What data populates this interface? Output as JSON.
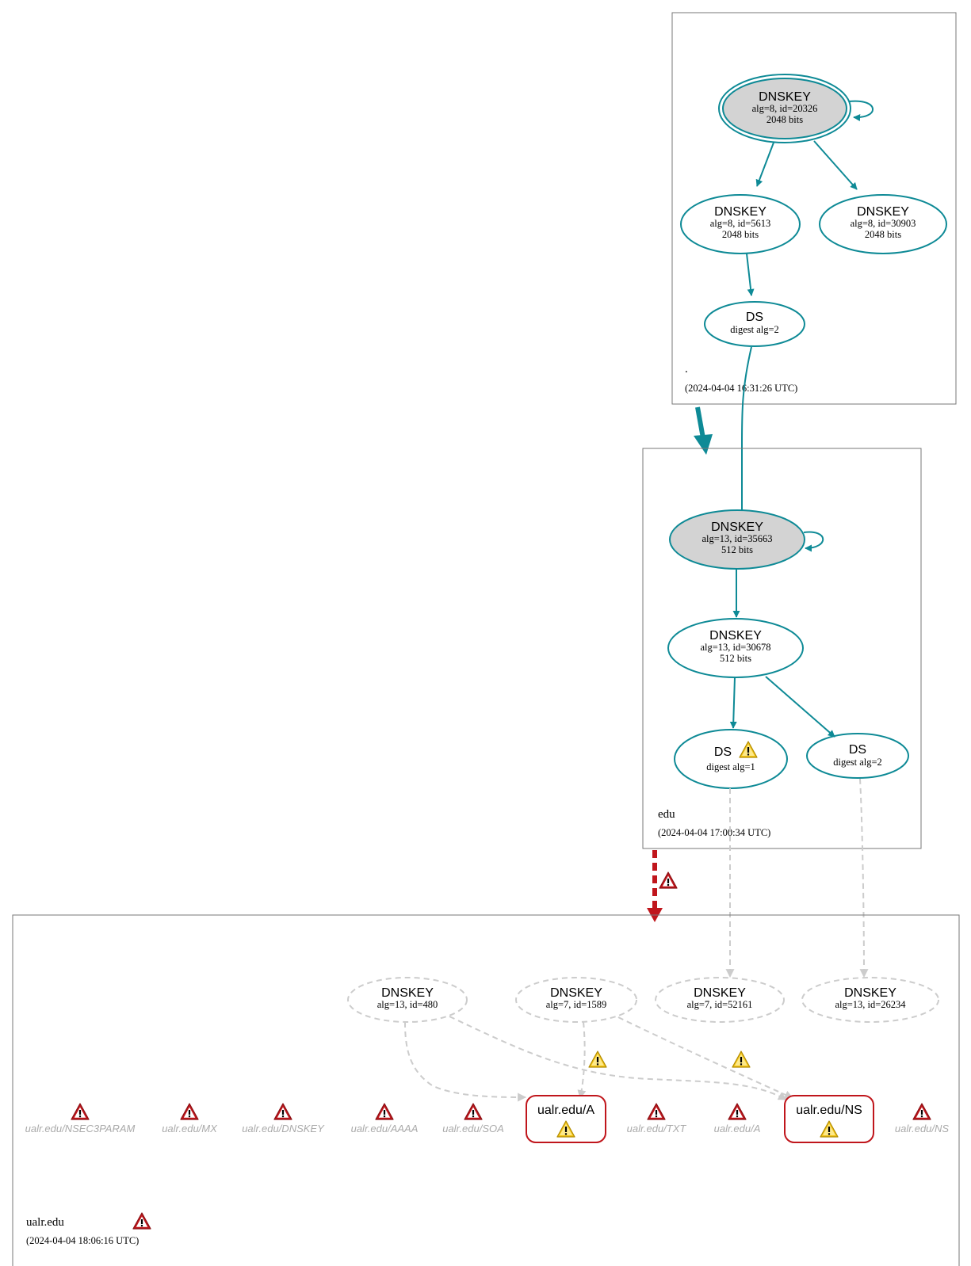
{
  "zones": {
    "root": {
      "name": ".",
      "timestamp": "(2024-04-04 16:31:26 UTC)"
    },
    "edu": {
      "name": "edu",
      "timestamp": "(2024-04-04 17:00:34 UTC)"
    },
    "ualr": {
      "name": "ualr.edu",
      "timestamp": "(2024-04-04 18:06:16 UTC)"
    }
  },
  "nodes": {
    "root_ksk": {
      "title": "DNSKEY",
      "line1": "alg=8, id=20326",
      "line2": "2048 bits"
    },
    "root_zsk1": {
      "title": "DNSKEY",
      "line1": "alg=8, id=5613",
      "line2": "2048 bits"
    },
    "root_zsk2": {
      "title": "DNSKEY",
      "line1": "alg=8, id=30903",
      "line2": "2048 bits"
    },
    "root_ds": {
      "title": "DS",
      "line1": "digest alg=2"
    },
    "edu_ksk": {
      "title": "DNSKEY",
      "line1": "alg=13, id=35663",
      "line2": "512 bits"
    },
    "edu_zsk": {
      "title": "DNSKEY",
      "line1": "alg=13, id=30678",
      "line2": "512 bits"
    },
    "edu_ds1": {
      "title": "DS",
      "line1": "digest alg=1"
    },
    "edu_ds2": {
      "title": "DS",
      "line1": "digest alg=2"
    },
    "ualr_key480": {
      "title": "DNSKEY",
      "line1": "alg=13, id=480"
    },
    "ualr_key1589": {
      "title": "DNSKEY",
      "line1": "alg=7, id=1589"
    },
    "ualr_key52161": {
      "title": "DNSKEY",
      "line1": "alg=7, id=52161"
    },
    "ualr_key26234": {
      "title": "DNSKEY",
      "line1": "alg=13, id=26234"
    }
  },
  "rrsets": {
    "a_box": "ualr.edu/A",
    "ns_box": "ualr.edu/NS",
    "nsec3param": "ualr.edu/NSEC3PARAM",
    "mx": "ualr.edu/MX",
    "dnskey": "ualr.edu/DNSKEY",
    "aaaa": "ualr.edu/AAAA",
    "soa": "ualr.edu/SOA",
    "txt": "ualr.edu/TXT",
    "a_grey": "ualr.edu/A",
    "ns_grey": "ualr.edu/NS"
  },
  "colors": {
    "secure": "#0e8a96",
    "bogus": "#c0161c",
    "insecure": "#cccccc",
    "ksk_fill": "#d3d3d3",
    "warning": "#f5c518",
    "error": "#c0161c"
  },
  "icons": {
    "warning": "warning-icon",
    "error": "error-icon"
  }
}
